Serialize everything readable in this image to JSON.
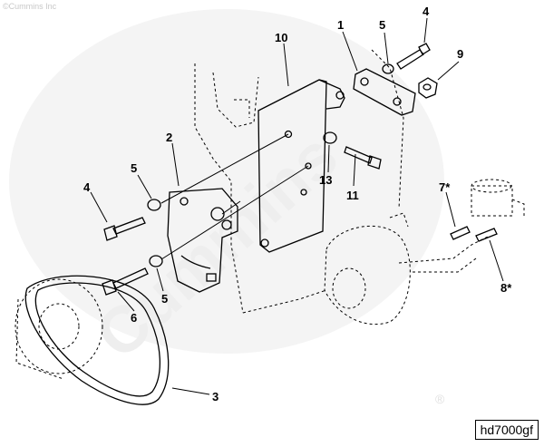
{
  "copyright": "©Cummins Inc",
  "watermark": "Cummins",
  "figure_id": "hd7000gf",
  "registered_mark": "®",
  "callouts": {
    "c1": "1",
    "c2": "2",
    "c3": "3",
    "c4_top": "4",
    "c4_left": "4",
    "c5_top": "5",
    "c5_left": "5",
    "c5_lower": "5",
    "c6": "6",
    "c7": "7*",
    "c8": "8*",
    "c9": "9",
    "c10": "10",
    "c11": "11",
    "c13": "13"
  }
}
